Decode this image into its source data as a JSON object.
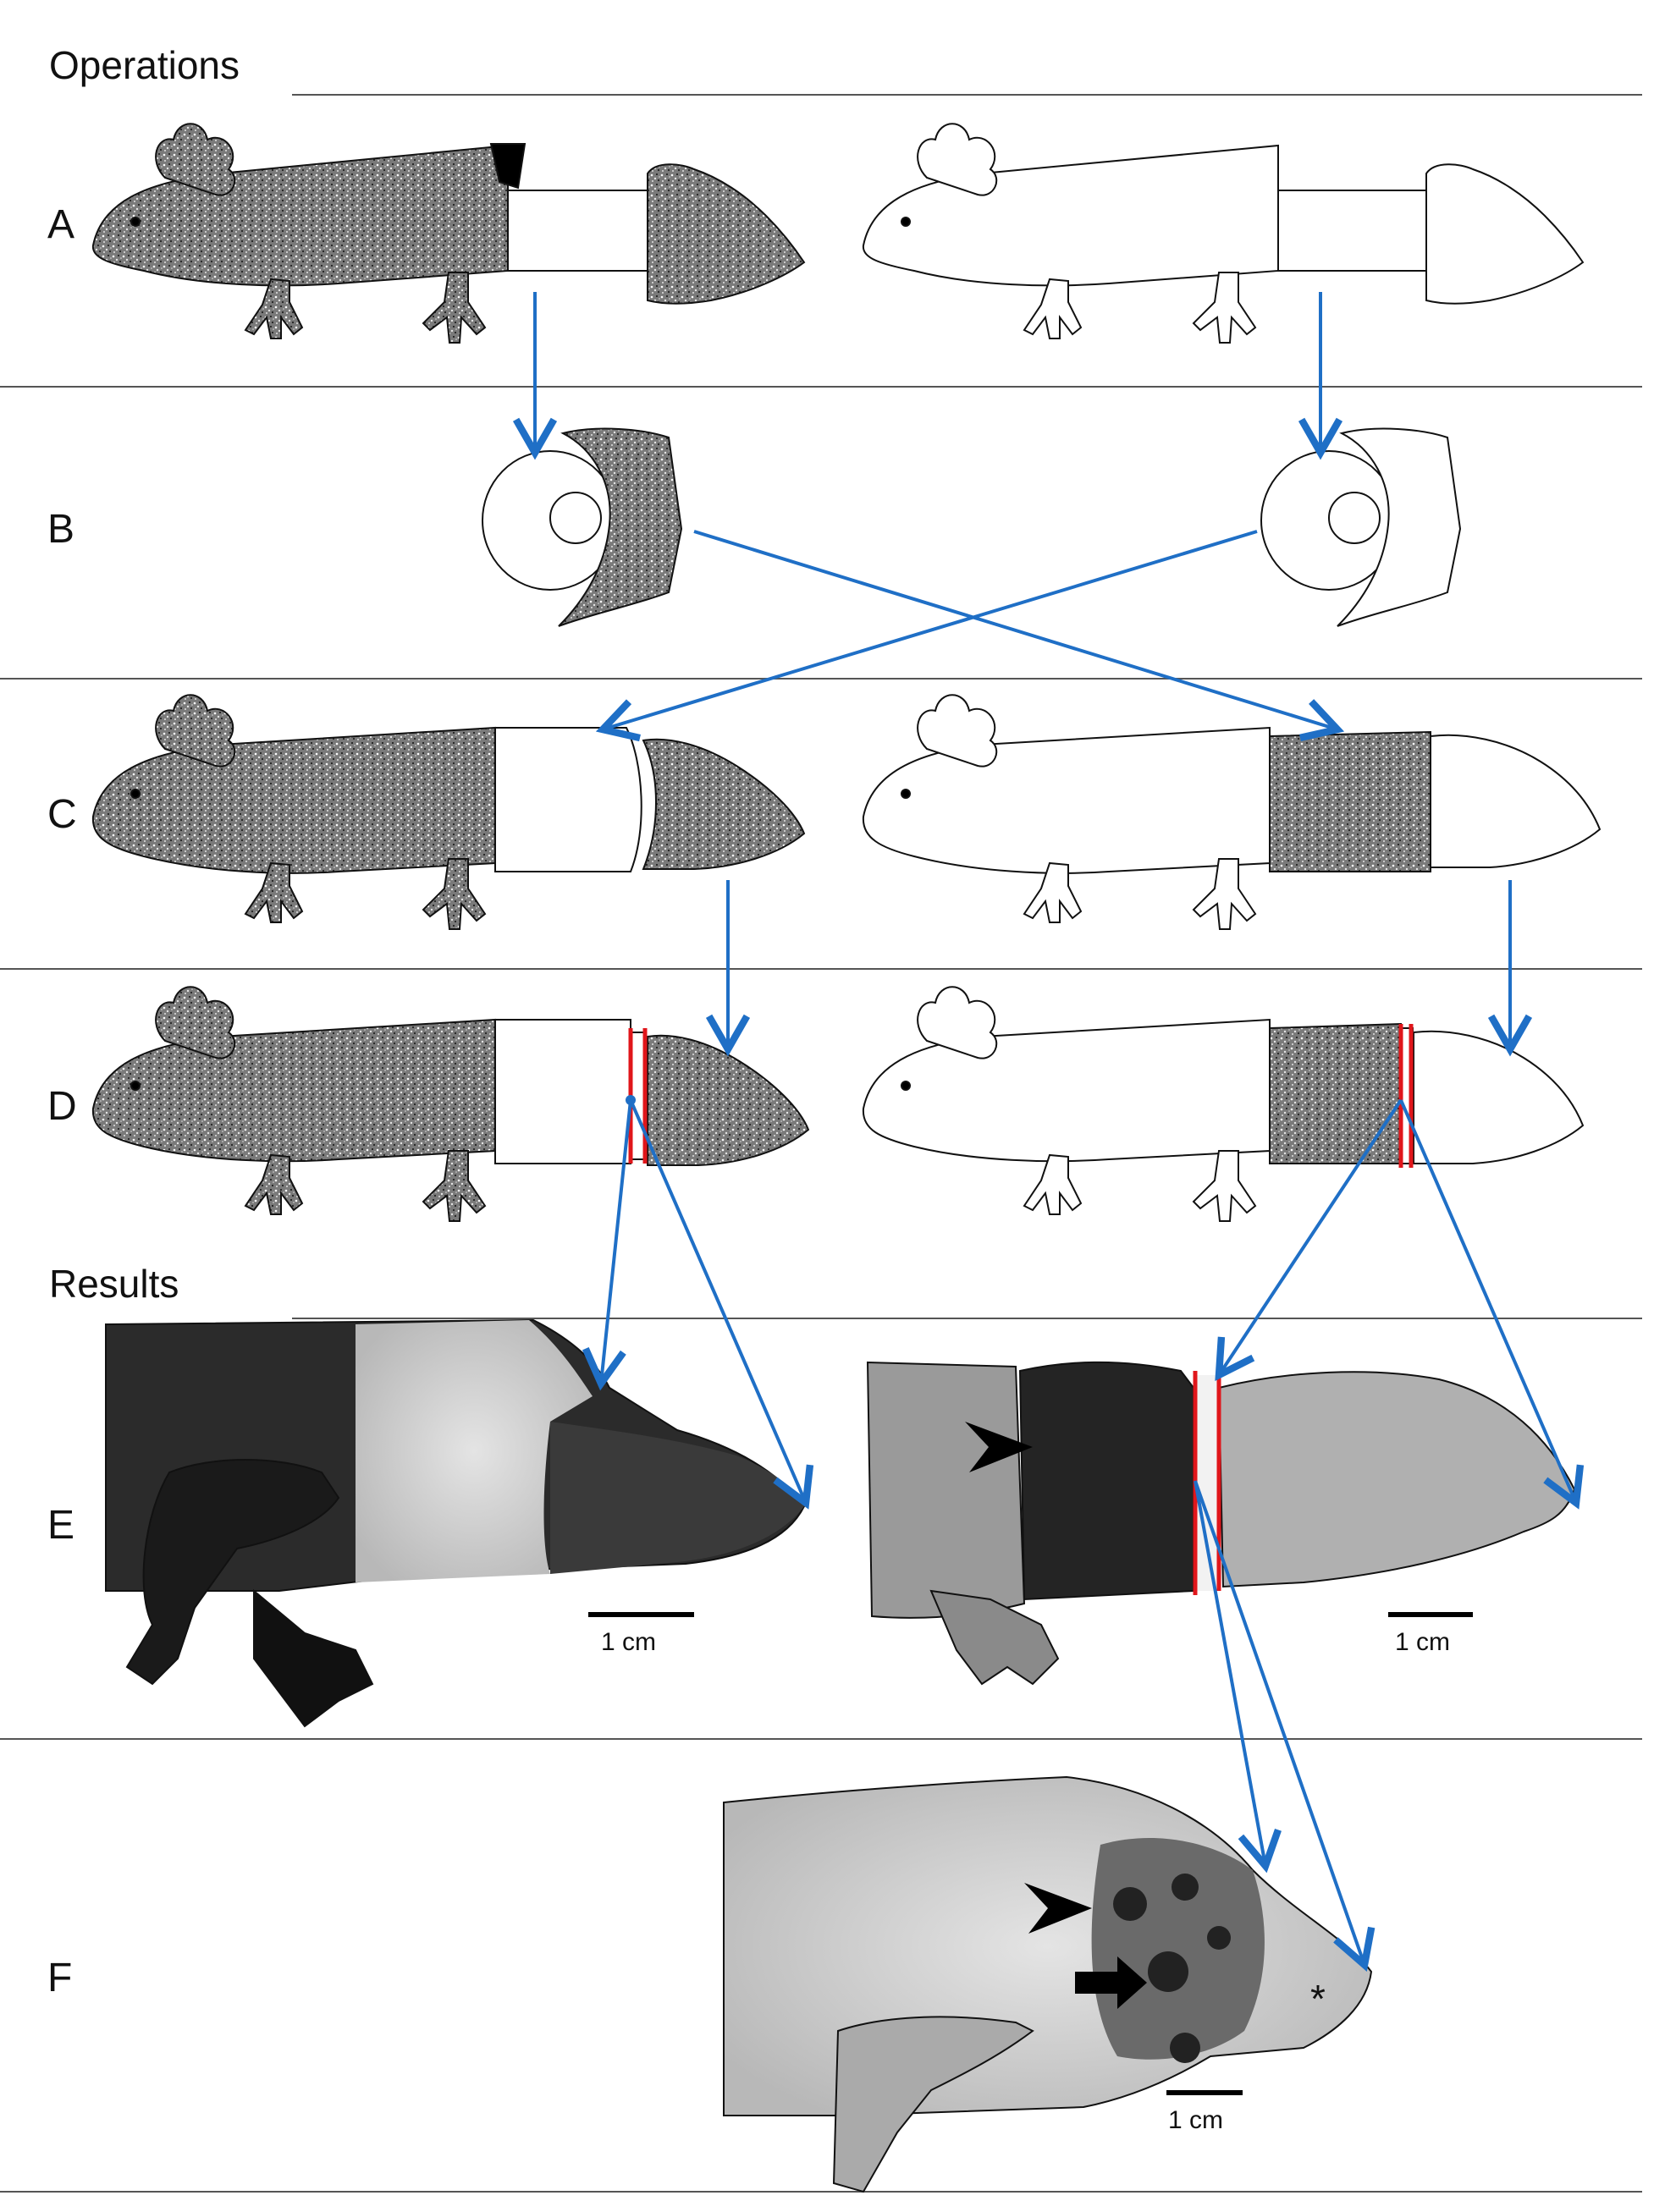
{
  "sections": {
    "operations": "Operations",
    "results": "Results"
  },
  "rows": {
    "A": "A",
    "B": "B",
    "C": "C",
    "D": "D",
    "E": "E",
    "F": "F"
  },
  "scale_bars": {
    "e_left": "1 cm",
    "e_right": "1 cm",
    "f": "1 cm"
  },
  "marks": {
    "asterisk": "*"
  },
  "colors": {
    "arrow": "#1f6fc6",
    "graft_line": "#e0161b",
    "pigmented": "#6e6e6e",
    "divider": "#555555"
  },
  "icons": {
    "arrowhead": "arrowhead-icon",
    "arrow": "arrow-icon"
  }
}
